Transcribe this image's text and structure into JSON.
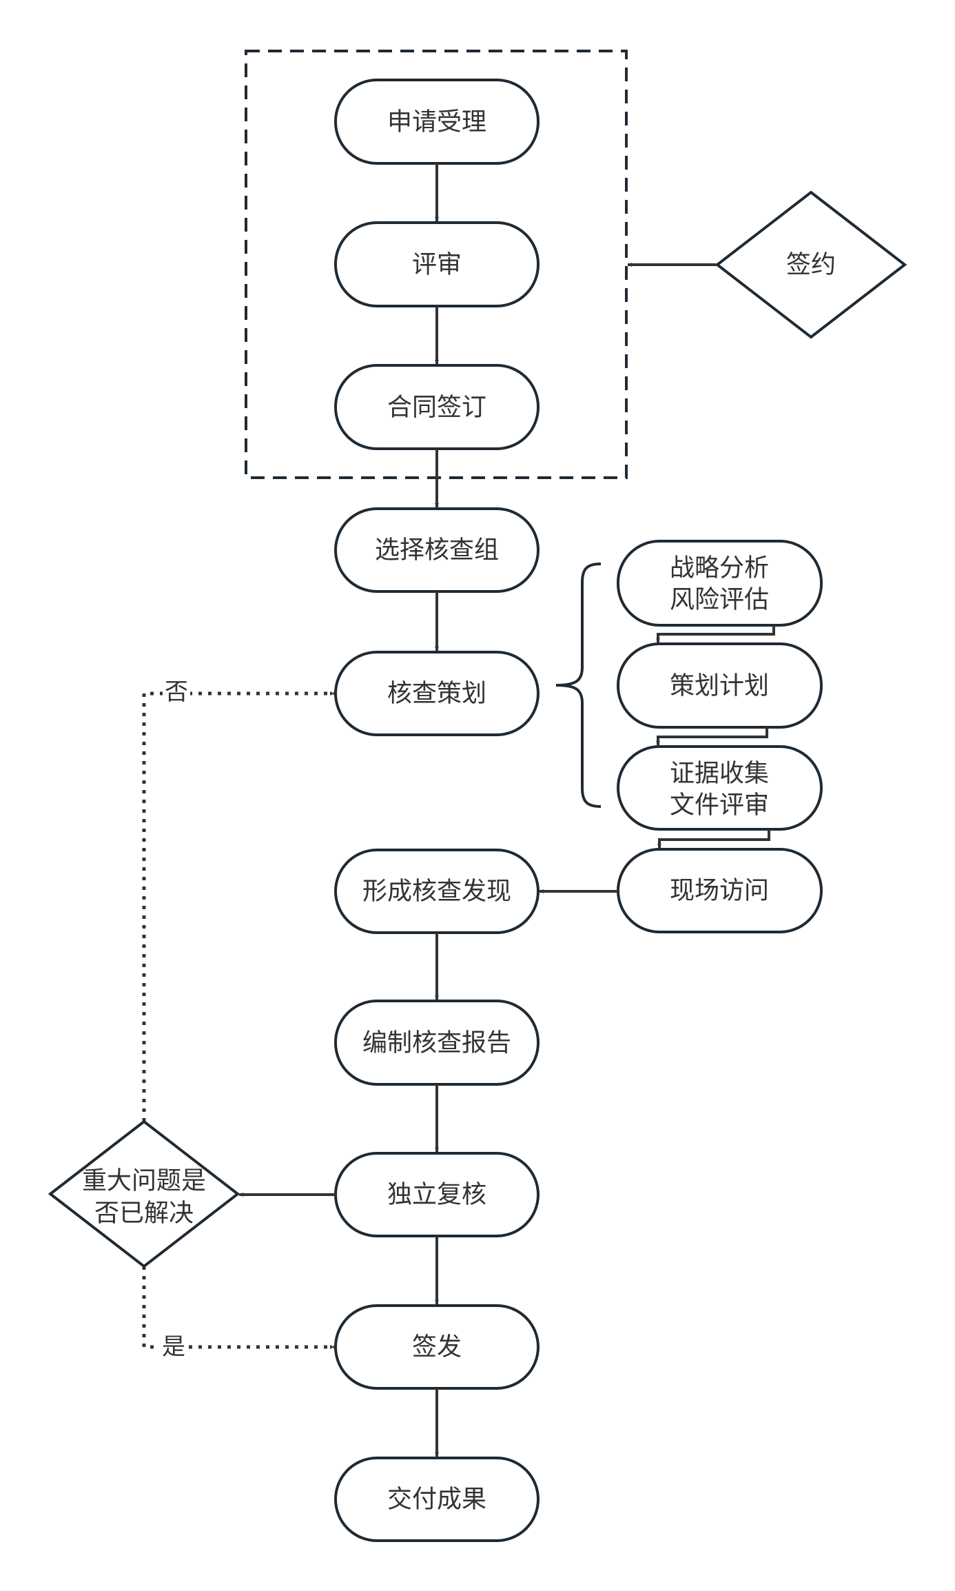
{
  "diagram": {
    "type": "flowchart",
    "colors": {
      "stroke": "#1f2a33",
      "edge": "#333333",
      "text": "#333333",
      "background": "#ffffff"
    },
    "group": {
      "label": "",
      "style": "dashed"
    },
    "nodes": {
      "application": {
        "label": "申请受理",
        "shape": "terminator"
      },
      "review": {
        "label": "评审",
        "shape": "terminator"
      },
      "contract": {
        "label": "合同签订",
        "shape": "terminator"
      },
      "signing": {
        "label": "签约",
        "shape": "decision"
      },
      "select_team": {
        "label": "选择核查组",
        "shape": "terminator"
      },
      "planning": {
        "label": "核查策划",
        "shape": "terminator"
      },
      "sub_strategy": {
        "lines": [
          "战略分析",
          "风险评估"
        ],
        "shape": "terminator"
      },
      "sub_plan": {
        "label": "策划计划",
        "shape": "terminator"
      },
      "sub_evidence": {
        "lines": [
          "证据收集",
          "文件评审"
        ],
        "shape": "terminator"
      },
      "site_visit": {
        "label": "现场访问",
        "shape": "terminator"
      },
      "findings": {
        "label": "形成核查发现",
        "shape": "terminator"
      },
      "report": {
        "label": "编制核查报告",
        "shape": "terminator"
      },
      "independent_review": {
        "label": "独立复核",
        "shape": "terminator"
      },
      "decision": {
        "lines": [
          "重大问题是",
          "否已解决"
        ],
        "shape": "decision"
      },
      "issue": {
        "label": "签发",
        "shape": "terminator"
      },
      "deliver": {
        "label": "交付成果",
        "shape": "terminator"
      }
    },
    "edges": [
      {
        "from": "application",
        "to": "review",
        "style": "solid"
      },
      {
        "from": "review",
        "to": "contract",
        "style": "solid"
      },
      {
        "from": "signing",
        "to": "group",
        "style": "solid"
      },
      {
        "from": "contract",
        "to": "select_team",
        "style": "solid"
      },
      {
        "from": "select_team",
        "to": "planning",
        "style": "solid"
      },
      {
        "from": "sub_strategy",
        "to": "sub_plan",
        "style": "solid"
      },
      {
        "from": "sub_plan",
        "to": "sub_evidence",
        "style": "solid"
      },
      {
        "from": "sub_evidence",
        "to": "site_visit",
        "style": "solid"
      },
      {
        "from": "site_visit",
        "to": "findings",
        "style": "solid"
      },
      {
        "from": "findings",
        "to": "report",
        "style": "solid"
      },
      {
        "from": "report",
        "to": "independent_review",
        "style": "solid"
      },
      {
        "from": "independent_review",
        "to": "decision",
        "style": "solid"
      },
      {
        "from": "decision",
        "to": "planning",
        "style": "dotted",
        "label": "否"
      },
      {
        "from": "decision",
        "to": "issue",
        "style": "dotted",
        "label": "是"
      },
      {
        "from": "issue",
        "to": "deliver",
        "style": "solid"
      }
    ],
    "edge_labels": {
      "no": "否",
      "yes": "是"
    }
  }
}
